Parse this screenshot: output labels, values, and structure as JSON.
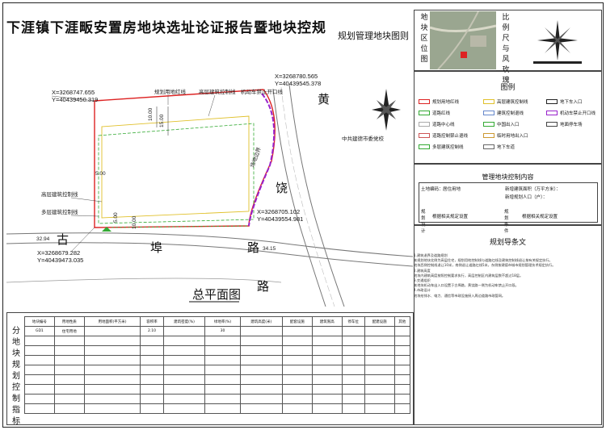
{
  "title": "下涯镇下涯畈安置房地块选址论证报告暨地块控规",
  "subtitle": "规划管理地块图则",
  "side_labels": {
    "location_map": "地块区位图",
    "scale_wind": "比例尺与风玫瑰",
    "legend": "图例",
    "control_content": "管理地块控制内容",
    "planning_notes": "规划导条文",
    "block_table": "分地块规划控制指标"
  },
  "map": {
    "coords": [
      {
        "text": "X=3268747.655",
        "text2": "Y=40439450.319"
      },
      {
        "text": "X=3268780.565",
        "text2": "Y=40439545.378"
      },
      {
        "text": "X=3268705.102",
        "text2": "Y=40439554.981"
      },
      {
        "text": "X=3268679.282",
        "text2": "Y=40439473.035"
      }
    ],
    "labels": {
      "red_line": "规划用地红线",
      "high_line": "高层建筑控制线",
      "vehicle_ban": "机动车禁止开口线",
      "high_ctrl": "高层建筑控制线",
      "multi_ctrl": "多层建筑控制线",
      "school": "中共建德市委党校",
      "road_v": "黄饶路",
      "road_h": "古埠路",
      "map_name": "总平面图",
      "d1": "10.00",
      "d2": "15.00",
      "d3": "5.00",
      "d4": "5.00",
      "d5": "10.00",
      "elev1": "32.94",
      "elev2": "34.15",
      "parcel": "场地边界"
    }
  },
  "legend": {
    "items": [
      "规划用地红线",
      "高层建筑控制线",
      "地下车入口",
      "道路红线",
      "建筑控制退线",
      "机动车禁止开口线",
      "道路中心线",
      "中国出入口",
      "地面停车场",
      "道路控制禁止退线",
      "临时用地出入口",
      "",
      "多层建筑控制线",
      "地下车道",
      ""
    ]
  },
  "control": {
    "row1_a": "土地编码：",
    "row1_b": "居住用地",
    "row1_c": "新增建筑面积（万平方米）：",
    "row2_c": "新增规划人口（户）：",
    "row3_a": "规划设计",
    "row3_b": "根据相关规定设置",
    "row3_c": "规划条件",
    "row3_d": "根据相关规定设置"
  },
  "notes": [
    "1.建筑退界及道路规划",
    "本规划地块北侧为高层住宅，规划用地控制线与道路红线及建筑控制线退让按有关规定执行。",
    "地块西侧控制线退让10米，南侧退让道路红线5米，东侧按建德市城市规划管理技术规定执行。",
    "2.建筑高度",
    "地块内建筑高度按照控制要求执行，高层控制区内建筑层数不超过18层。",
    "3.交通组织",
    "本地块机动车出入口设置于古埠路，黄饶路一侧为机动车禁止开口段。",
    "4.市政设计",
    "地块给排水、电力、通信等市政设施接入周边道路市政管网。"
  ],
  "table": {
    "headers": [
      "地块编号",
      "用地性质",
      "用地面积(平方米)",
      "容积率",
      "建筑密度(%)",
      "绿地率(%)",
      "建筑高度(米)",
      "配套设施",
      "建筑限高",
      "停车位",
      "配建设施",
      "其他"
    ],
    "row": [
      "GD1",
      "住宅用地",
      "",
      "2.10",
      "",
      "30",
      "",
      "",
      "",
      "",
      "",
      ""
    ]
  }
}
